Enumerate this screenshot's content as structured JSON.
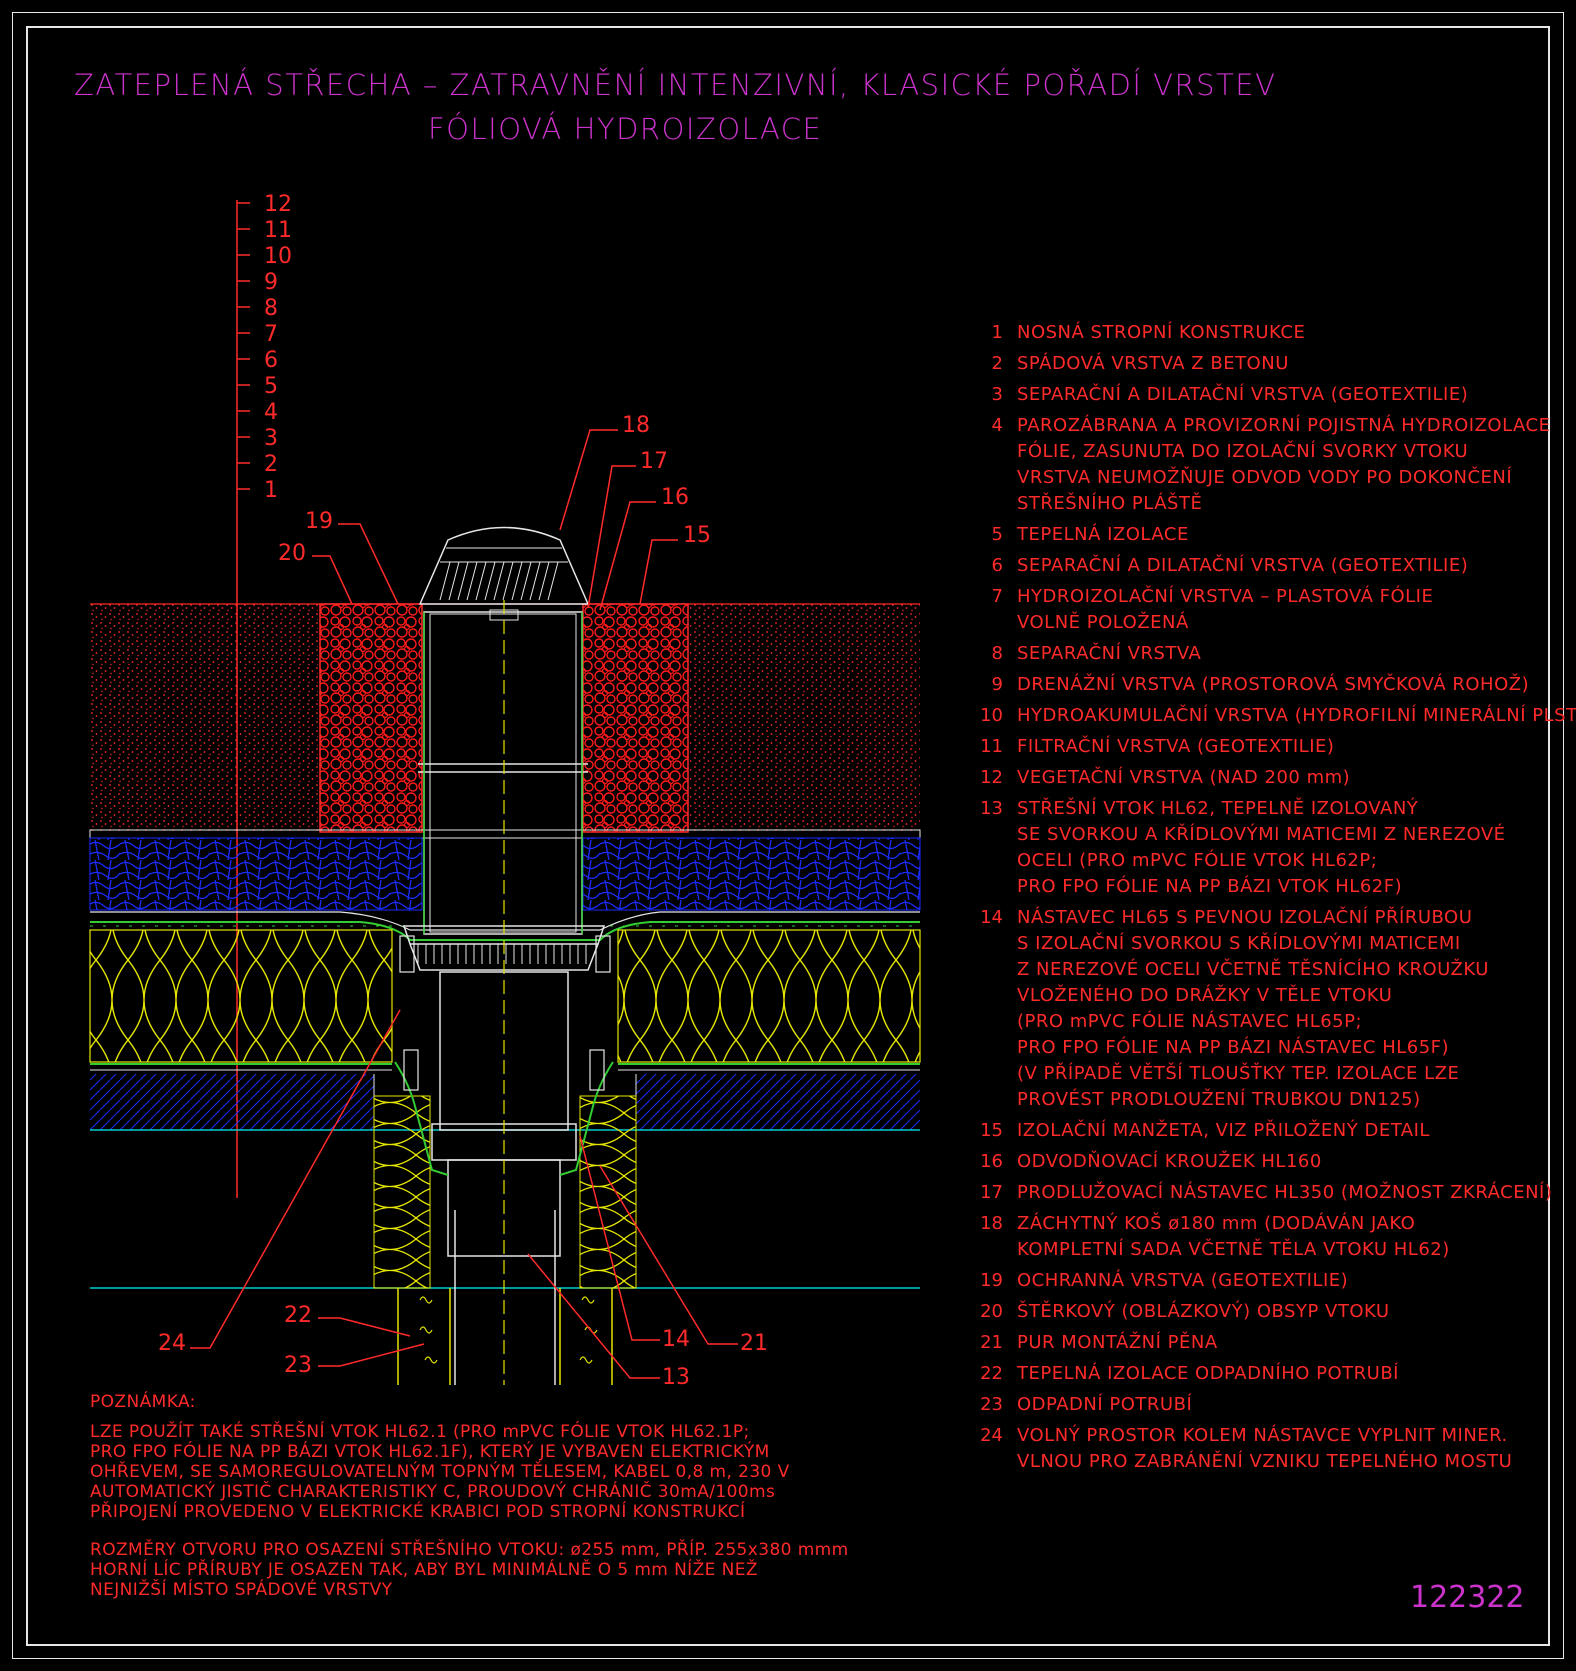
{
  "title": {
    "line1": "ZATEPLENÁ STŘECHA – ZATRAVNĚNÍ INTENZIVNÍ, KLASICKÉ POŘADÍ VRSTEV",
    "line2": "FÓLIOVÁ HYDROIZOLACE"
  },
  "layer_scale": [
    "12",
    "11",
    "10",
    "9",
    "8",
    "7",
    "6",
    "5",
    "4",
    "3",
    "2",
    "1"
  ],
  "callouts": [
    "18",
    "17",
    "16",
    "15",
    "19",
    "20",
    "24",
    "22",
    "23",
    "14",
    "13",
    "21"
  ],
  "legend": [
    {
      "num": "1",
      "lines": [
        "NOSNÁ STROPNÍ KONSTRUKCE"
      ]
    },
    {
      "num": "2",
      "lines": [
        "SPÁDOVÁ VRSTVA Z BETONU"
      ]
    },
    {
      "num": "3",
      "lines": [
        "SEPARAČNÍ A DILATAČNÍ VRSTVA (GEOTEXTILIE)"
      ]
    },
    {
      "num": "4",
      "lines": [
        "PAROZÁBRANA A PROVIZORNÍ POJISTNÁ HYDROIZOLACE",
        "FÓLIE, ZASUNUTA DO IZOLAČNÍ SVORKY VTOKU",
        "VRSTVA NEUMOŽŇUJE ODVOD VODY PO DOKONČENÍ",
        "STŘEŠNÍHO PLÁŠTĚ"
      ]
    },
    {
      "num": "5",
      "lines": [
        "TEPELNÁ IZOLACE"
      ]
    },
    {
      "num": "6",
      "lines": [
        "SEPARAČNÍ A DILATAČNÍ VRSTVA (GEOTEXTILIE)"
      ]
    },
    {
      "num": "7",
      "lines": [
        "HYDROIZOLAČNÍ VRSTVA – PLASTOVÁ FÓLIE",
        "VOLNĚ POLOŽENÁ"
      ]
    },
    {
      "num": "8",
      "lines": [
        "SEPARAČNÍ VRSTVA"
      ]
    },
    {
      "num": "9",
      "lines": [
        "DRENÁŽNÍ VRSTVA (PROSTOROVÁ SMYČKOVÁ ROHOŽ)"
      ]
    },
    {
      "num": "10",
      "lines": [
        "HYDROAKUMULAČNÍ VRSTVA (HYDROFILNÍ MINERÁLNÍ PLST)"
      ]
    },
    {
      "num": "11",
      "lines": [
        "FILTRAČNÍ VRSTVA (GEOTEXTILIE)"
      ]
    },
    {
      "num": "12",
      "lines": [
        "VEGETAČNÍ VRSTVA (NAD 200 mm)"
      ]
    },
    {
      "num": "13",
      "lines": [
        "STŘEŠNÍ VTOK HL62, TEPELNĚ IZOLOVANÝ",
        "SE SVORKOU A KŘÍDLOVÝMI MATICEMI Z NEREZOVÉ",
        "OCELI (PRO mPVC FÓLIE VTOK HL62P;",
        "PRO FPO FÓLIE NA PP BÁZI VTOK HL62F)"
      ]
    },
    {
      "num": "14",
      "lines": [
        "NÁSTAVEC HL65 S PEVNOU IZOLAČNÍ PŘÍRUBOU",
        "S IZOLAČNÍ SVORKOU S KŘÍDLOVÝMI MATICEMI",
        "Z NEREZOVÉ OCELI VČETNĚ TĚSNÍCÍHO KROUŽKU",
        "VLOŽENÉHO DO DRÁŽKY V TĚLE VTOKU",
        "(PRO mPVC FÓLIE NÁSTAVEC HL65P;",
        "PRO FPO FÓLIE NA PP BÁZI NÁSTAVEC HL65F)",
        "(V PŘÍPADĚ VĚTŠÍ TLOUŠŤKY TEP. IZOLACE LZE",
        "PROVÉST PRODLOUŽENÍ TRUBKOU DN125)"
      ]
    },
    {
      "num": "15",
      "lines": [
        "IZOLAČNÍ MANŽETA, VIZ PŘILOŽENÝ DETAIL"
      ]
    },
    {
      "num": "16",
      "lines": [
        "ODVODŇOVACÍ KROUŽEK HL160"
      ]
    },
    {
      "num": "17",
      "lines": [
        "PRODLUŽOVACÍ NÁSTAVEC HL350 (MOŽNOST ZKRÁCENÍ)"
      ]
    },
    {
      "num": "18",
      "lines": [
        "ZÁCHYTNÝ KOŠ ø180 mm (DODÁVÁN JAKO",
        "KOMPLETNÍ SADA VČETNĚ TĚLA VTOKU HL62)"
      ]
    },
    {
      "num": "19",
      "lines": [
        "OCHRANNÁ VRSTVA (GEOTEXTILIE)"
      ]
    },
    {
      "num": "20",
      "lines": [
        "ŠTĚRKOVÝ (OBLÁZKOVÝ) OBSYP VTOKU"
      ]
    },
    {
      "num": "21",
      "lines": [
        "PUR MONTÁŽNÍ PĚNA"
      ]
    },
    {
      "num": "22",
      "lines": [
        "TEPELNÁ IZOLACE ODPADNÍHO POTRUBÍ"
      ]
    },
    {
      "num": "23",
      "lines": [
        "ODPADNÍ POTRUBÍ"
      ]
    },
    {
      "num": "24",
      "lines": [
        "VOLNÝ PROSTOR KOLEM NÁSTAVCE VYPLNIT MINER.",
        "VLNOU PRO ZABRÁNĚNÍ VZNIKU TEPELNÉHO MOSTU"
      ]
    }
  ],
  "note": {
    "heading": "POZNÁMKA:",
    "para1": [
      "LZE POUŽÍT TAKÉ STŘEŠNÍ VTOK HL62.1 (PRO mPVC FÓLIE VTOK HL62.1P;",
      "PRO FPO FÓLIE NA PP BÁZI VTOK HL62.1F), KTERÝ JE VYBAVEN ELEKTRICKÝM",
      "OHŘEVEM, SE SAMOREGULOVATELNÝM TOPNÝM TĚLESEM, KABEL 0,8 m, 230 V",
      "AUTOMATICKÝ JISTIČ CHARAKTERISTIKY C, PROUDOVÝ CHRÁNIČ 30mA/100ms",
      "PŘIPOJENÍ PROVEDENO V ELEKTRICKÉ KRABICI POD STROPNÍ KONSTRUKCÍ"
    ],
    "para2": [
      "ROZMĚRY OTVORU PRO OSAZENÍ STŘEŠNÍHO VTOKU: ø255 mm, PŘÍP. 255x380 mmm",
      "HORNÍ LÍC PŘÍRUBY JE OSAZEN TAK, ABY BYL MINIMÁLNĚ O 5 mm NÍŽE NEŽ",
      "NEJNIŽŠÍ MÍSTO SPÁDOVÉ VRSTVY"
    ]
  },
  "doc_number": "122322",
  "colors": {
    "title": "#cc33cc",
    "text": "#ff2a2a",
    "frame": "#e6e6e6",
    "insulation": "#e6e600",
    "drainage": "#1a2cff",
    "gravel": "#ff1a1a",
    "cyan": "#00cccc",
    "membrane": "#33cc33"
  }
}
